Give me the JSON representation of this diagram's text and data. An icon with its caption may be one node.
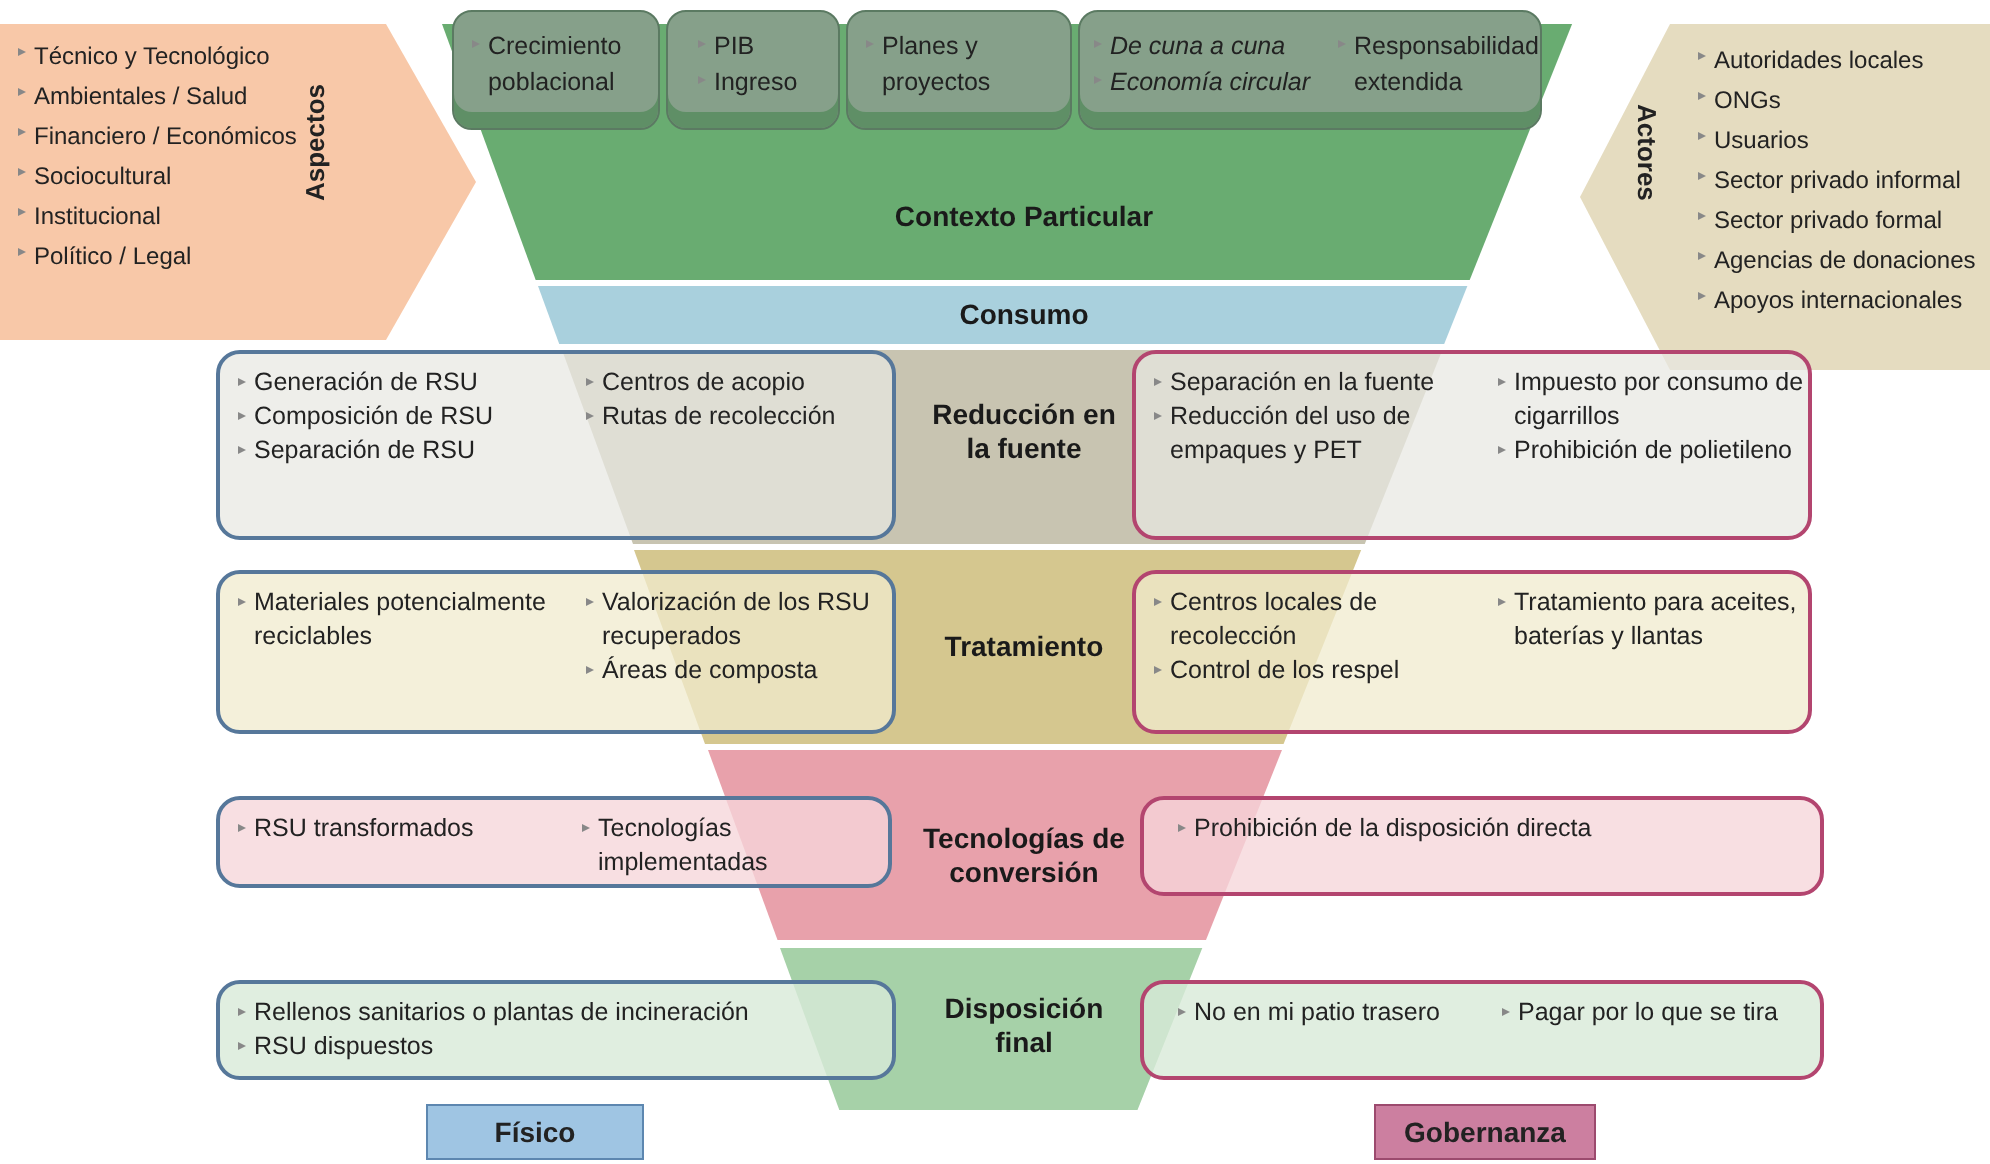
{
  "diagram": {
    "nodes": [
      {
        "text": [
          "Aspectos",
          "Técnico y Tecnológico",
          "Ambientales / Salud",
          "Financiero / Económicos",
          "Sociocultural",
          "Institucional",
          "Político / Legal"
        ]
      },
      {
        "text": [
          "Contexto Particular"
        ]
      },
      {
        "text": [
          "Crecimiento poblacional"
        ],
        "in": 1
      },
      {
        "text": [
          "PIB",
          "Ingreso"
        ],
        "in": 1
      },
      {
        "text": [
          "Planes y proyectos"
        ],
        "in": 1
      },
      {
        "text": [
          "*De  cuna a cuna*",
          "*Economía circular*",
          "Responsabilidad extendida"
        ],
        "in": 1
      },
      {
        "text": [
          "Actores",
          "Autoridades locales",
          "ONGs",
          "Usuarios",
          "Sector privado informal",
          "Sector privado formal",
          "Agencias de donaciones",
          "Apoyos internacionales"
        ]
      },
      {
        "text": [
          "Consumo"
        ]
      },
      {
        "text": [
          "Reducción en la fuente"
        ]
      },
      {
        "text": [
          "Generación de RSU",
          "Composición de RSU",
          "Separación de RSU",
          "Centros de acopio",
          "Rutas de recolección"
        ]
      },
      {
        "text": [
          "Separación en la fuente",
          "Reducción del uso de empaques y PET",
          "Impuesto por consumo de cigarrillos",
          "Prohibición de polietileno"
        ]
      },
      {
        "text": [
          "Tratamiento"
        ]
      },
      {
        "text": [
          "Materiales potencialmente reciclables",
          "Valorización de los RSU recuperados",
          "Áreas de composta"
        ]
      },
      {
        "text": [
          "Centros locales de recolección",
          "Control de los respel",
          "Tratamiento para aceites, baterías y llantas"
        ]
      },
      {
        "text": [
          "Tecnologías de conversión"
        ]
      },
      {
        "text": [
          "RSU transformados",
          "Tecnologías implementadas"
        ]
      },
      {
        "text": [
          "Prohibición de la disposición directa"
        ]
      },
      {
        "text": [
          "Disposición final"
        ]
      },
      {
        "text": [
          "Rellenos sanitarios o plantas de incineración",
          "RSU dispuestos"
        ]
      },
      {
        "text": [
          "No en mi patio  trasero",
          "Pagar por lo que se tira"
        ]
      },
      {
        "text": [
          "Físico"
        ]
      },
      {
        "text": [
          "Gobernanza"
        ]
      }
    ]
  }
}
